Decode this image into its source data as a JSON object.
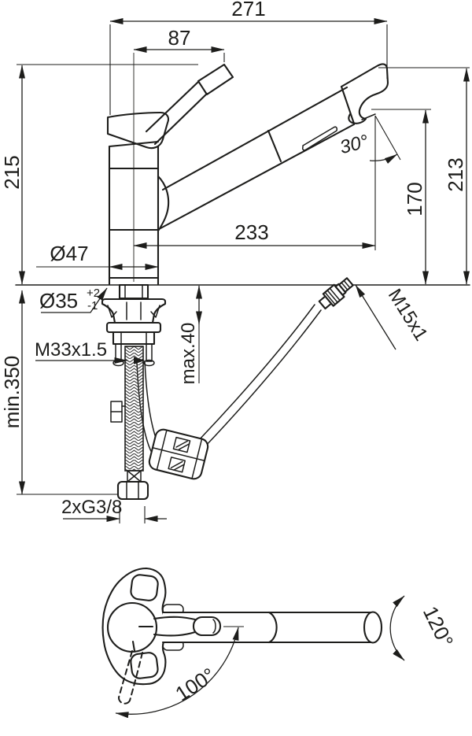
{
  "drawing": {
    "colors": {
      "line": "#1d1d1b",
      "background": "#ffffff"
    },
    "front_view": {
      "labels": {
        "overall_length": "271",
        "handle_length": "87",
        "handle_height": "215",
        "spout_top_height": "213",
        "outlet_height": "170",
        "spout_angle": "30°",
        "spout_reach": "233",
        "body_diameter": "Ø47",
        "hole_diameter": "Ø35",
        "hole_tolerance_upper": "+2",
        "hole_tolerance_lower": "-1",
        "shank_thread": "M33x1.5",
        "max_deck_thickness": "max.40",
        "min_hose_length": "min.350",
        "spray_hose_thread": "M15x1",
        "supply_connections": "2xG3/8"
      }
    },
    "top_view": {
      "labels": {
        "handle_swivel_angle": "100°",
        "spout_swivel_angle": "120°"
      }
    }
  }
}
